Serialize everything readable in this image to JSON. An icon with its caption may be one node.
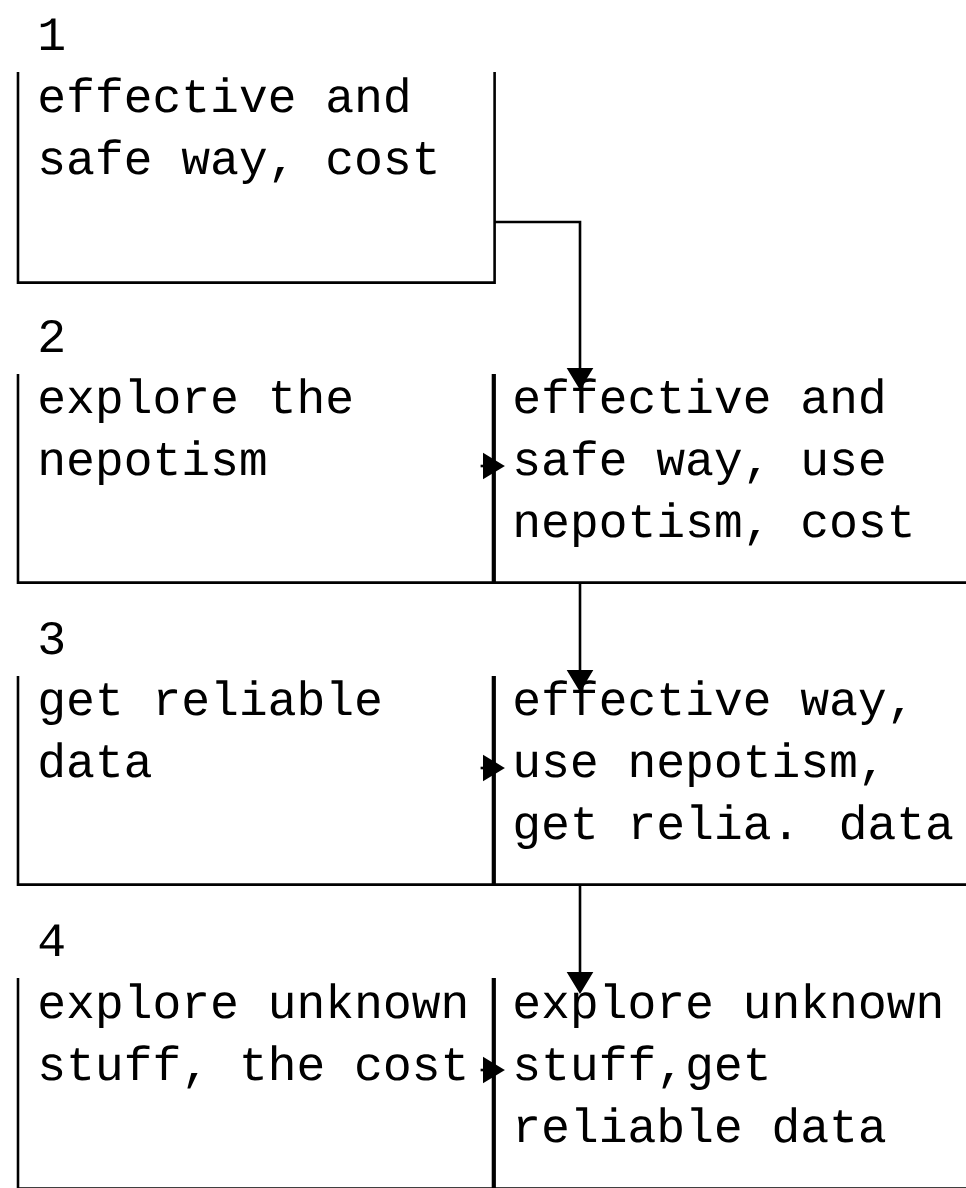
{
  "diagram": {
    "nodes": [
      {
        "text": [
          "1",
          "effective and safe way, cost"
        ]
      },
      {
        "text": [
          "2",
          "explore the nepotism"
        ]
      },
      {
        "text": [
          "effective and safe way, use nepotism, cost"
        ]
      },
      {
        "text": [
          "3",
          "get reliable data"
        ]
      },
      {
        "text": [
          "effective way, use nepotism, get relia. data"
        ]
      },
      {
        "text": [
          "4",
          "explore unknown stuff, the cost"
        ]
      },
      {
        "text": [
          "explore unknown stuff,get reliable data"
        ]
      }
    ],
    "edges": [
      {
        "from": 0,
        "to": 2,
        "arrow": "to"
      },
      {
        "from": 1,
        "to": 2,
        "arrow": "to"
      },
      {
        "from": 2,
        "to": 4,
        "arrow": "to"
      },
      {
        "from": 3,
        "to": 4,
        "arrow": "to"
      },
      {
        "from": 4,
        "to": 6,
        "arrow": "to"
      },
      {
        "from": 5,
        "to": 6,
        "arrow": "to"
      }
    ]
  }
}
